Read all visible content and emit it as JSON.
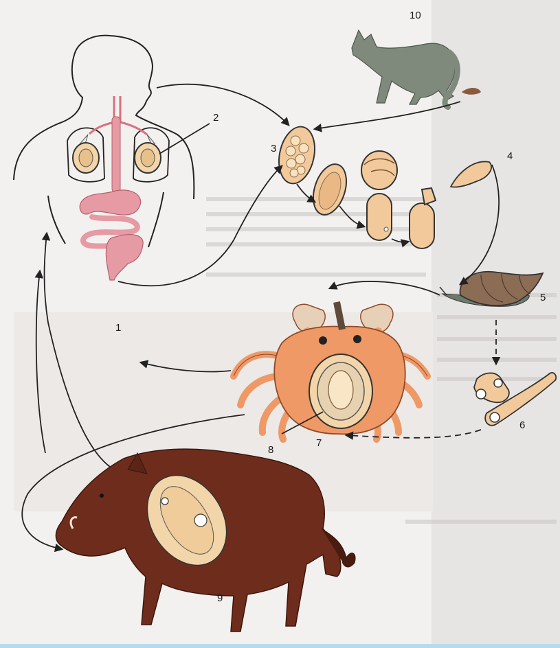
{
  "labels": {
    "l1": "1",
    "l2": "2",
    "l3": "3",
    "l4": "4",
    "l5": "5",
    "l6": "6",
    "l7": "7",
    "l8": "8",
    "l9": "9",
    "l10": "10"
  },
  "colors": {
    "page": "#f3f1ef",
    "right_band": "#e7e5e4",
    "ghost_text": "#9a9999",
    "organ": "#e59aa4",
    "egg": "#f1c99a",
    "egg_dark": "#b88a5a",
    "cat": "#7f8a7d",
    "snail": "#8b6c55",
    "crab": "#ef9966",
    "boar": "#6e2d1c",
    "cyst": "#f3d5aa",
    "frame": "#b6dbef"
  }
}
